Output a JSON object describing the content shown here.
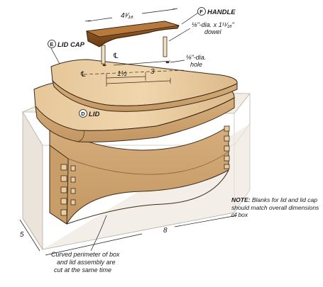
{
  "labels": {
    "handle": "HANDLE",
    "handle_letter": "F",
    "lid_cap": "LID CAP",
    "lid_cap_letter": "E",
    "lid": "LID",
    "lid_letter": "D",
    "dowel_line1": "⅛\"-dia. x 1¹¹⁄₁₆\"",
    "dowel_line2": "dowel",
    "hole_line1": "⅛\"-dia.",
    "hole_line2": "hole",
    "centerline_symbol": "℄"
  },
  "dimensions": {
    "handle_length": "4³⁄₁₆",
    "hole_spacing_a": "1½",
    "hole_spacing_b": "3",
    "box_width": "5",
    "box_length": "8"
  },
  "note": {
    "title": "NOTE:",
    "body": "Blanks for lid and lid cap should match overall dimensions of box"
  },
  "caption": {
    "line1": "Curved perimeter of box",
    "line2": "and lid assembly are",
    "line3": "cut at the same time"
  }
}
